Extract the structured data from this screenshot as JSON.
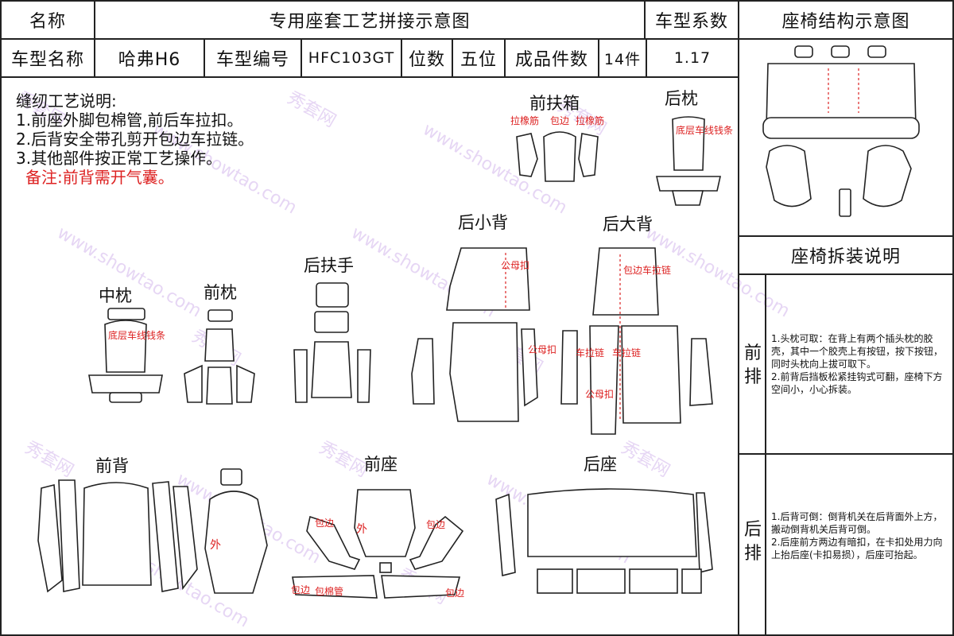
{
  "header": {
    "name_label": "名称",
    "title": "专用座套工艺拼接示意图",
    "coef_label": "车型系数",
    "structure_label": "座椅结构示意图",
    "model_name_label": "车型名称",
    "model_name": "哈弗H6",
    "model_no_label": "车型编号",
    "model_no": "HFC103GT",
    "seats_label": "位数",
    "seats": "五位",
    "pieces_label": "成品件数",
    "pieces": "14件",
    "coef": "1.17"
  },
  "notes": {
    "title": "缝纫工艺说明:",
    "items": [
      "1.前座外脚包棉管,前后车拉扣。",
      "2.后背安全带孔剪开包边车拉链。",
      "3.其他部件按正常工艺操作。"
    ],
    "remark": "备注:前背需开气囊。"
  },
  "parts": {
    "front_armrest": "前扶箱",
    "rear_pillow": "后枕",
    "rear_small_back": "后小背",
    "rear_big_back": "后大背",
    "rear_armrest": "后扶手",
    "middle_pillow": "中枕",
    "front_pillow": "前枕",
    "front_back": "前背",
    "front_seat": "前座",
    "rear_seat": "后座"
  },
  "annotations": {
    "elastic": "拉橡筋",
    "binding": "包边",
    "elastic_v": "拉橡筋",
    "pillow_note": "底层车线钱条",
    "buckle": "公母扣",
    "binding_zipper": "包边车拉链",
    "zipper": "车拉链",
    "outside": "外",
    "binding_cotton": "包棉管"
  },
  "disassembly": {
    "title": "座椅拆装说明",
    "front_label": "前排",
    "front_text": "1.头枕可取：在背上有两个插头枕的胶壳，其中一个胶壳上有按钮，按下按钮，同时头枕向上拔可取下。\n2.前背后挡板松紧挂钩式可翻，座椅下方空间小，小心拆装。",
    "rear_label": "后排",
    "rear_text": "1.后背可倒：倒背机关在后背面外上方，搬动倒背机关后背可倒。\n2.后座前方两边有暗扣，在卡扣处用力向上抬后座(卡扣易损），后座可抬起。"
  },
  "watermark": [
    "秀套网",
    "www.showtao.com"
  ],
  "colors": {
    "line": "#222222",
    "red": "#dd2222",
    "watermark": "#c9a6e8"
  }
}
